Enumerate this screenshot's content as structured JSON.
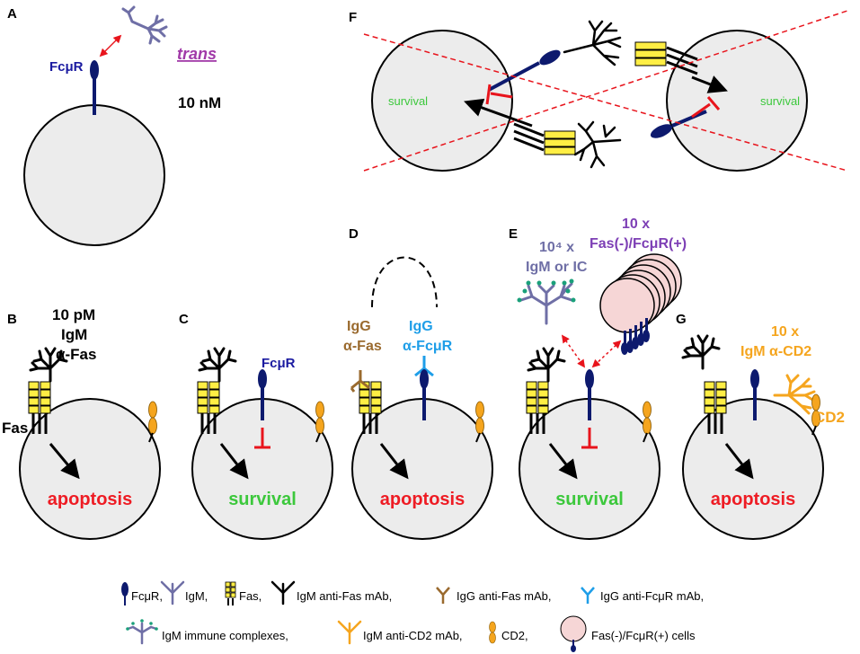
{
  "colors": {
    "cell_fill": "#ececec",
    "fcmr": "#0d1a6e",
    "igm_purple": "#6f6fa6",
    "fas_yellow": "#ffee44",
    "apoptosis_red": "#ee1c24",
    "survival_green": "#3cc83c",
    "igg_anti_fas_brown": "#9a6a2e",
    "igg_anti_fcmr_blue": "#1e9ee8",
    "cd2_orange": "#f5a51e",
    "ic_dots": "#1aa07a",
    "fas_neg_cell_pink": "#f6d6d6",
    "inhibit_red": "#e8141c"
  },
  "panel_a": {
    "letter": "A",
    "fcmr_label": "FcμR",
    "trans_label": "trans",
    "concentration": "10 nM"
  },
  "panel_b": {
    "letter": "B",
    "conc_line1": "10 pM",
    "conc_line2": "IgM",
    "conc_line3": "α-Fas",
    "fas_label": "Fas",
    "outcome": "apoptosis"
  },
  "panel_c": {
    "letter": "C",
    "fcmr_label": "FcμR",
    "outcome": "survival"
  },
  "panel_d": {
    "letter": "D",
    "igg_fas_line1": "IgG",
    "igg_fas_line2": "α-Fas",
    "igg_fcmr_line1": "IgG",
    "igg_fcmr_line2": "α-FcμR",
    "outcome": "apoptosis"
  },
  "panel_e": {
    "letter": "E",
    "ic_line1": "10⁴ x",
    "ic_line2": "IgM or IC",
    "cells_line1": "10 x",
    "cells_line2": "Fas(-)/FcμR(+)",
    "outcome": "survival"
  },
  "panel_f": {
    "letter": "F",
    "left_outcome": "survival",
    "right_outcome": "survival"
  },
  "panel_g": {
    "letter": "G",
    "cd2_line1": "10 x",
    "cd2_line2": "IgM α-CD2",
    "cd2_label": "CD2",
    "outcome": "apoptosis"
  },
  "legend": {
    "fcmr": "FcμR,",
    "igm": "IgM,",
    "fas": "Fas,",
    "igm_anti_fas": "IgM anti-Fas mAb,",
    "igg_anti_fas": "IgG anti-Fas mAb,",
    "igg_anti_fcmr": "IgG anti-FcμR mAb,",
    "igm_ic": "IgM immune complexes,",
    "igm_anti_cd2": "IgM anti-CD2 mAb,",
    "cd2": "CD2,",
    "fas_neg_cells": "Fas(-)/FcμR(+) cells"
  }
}
